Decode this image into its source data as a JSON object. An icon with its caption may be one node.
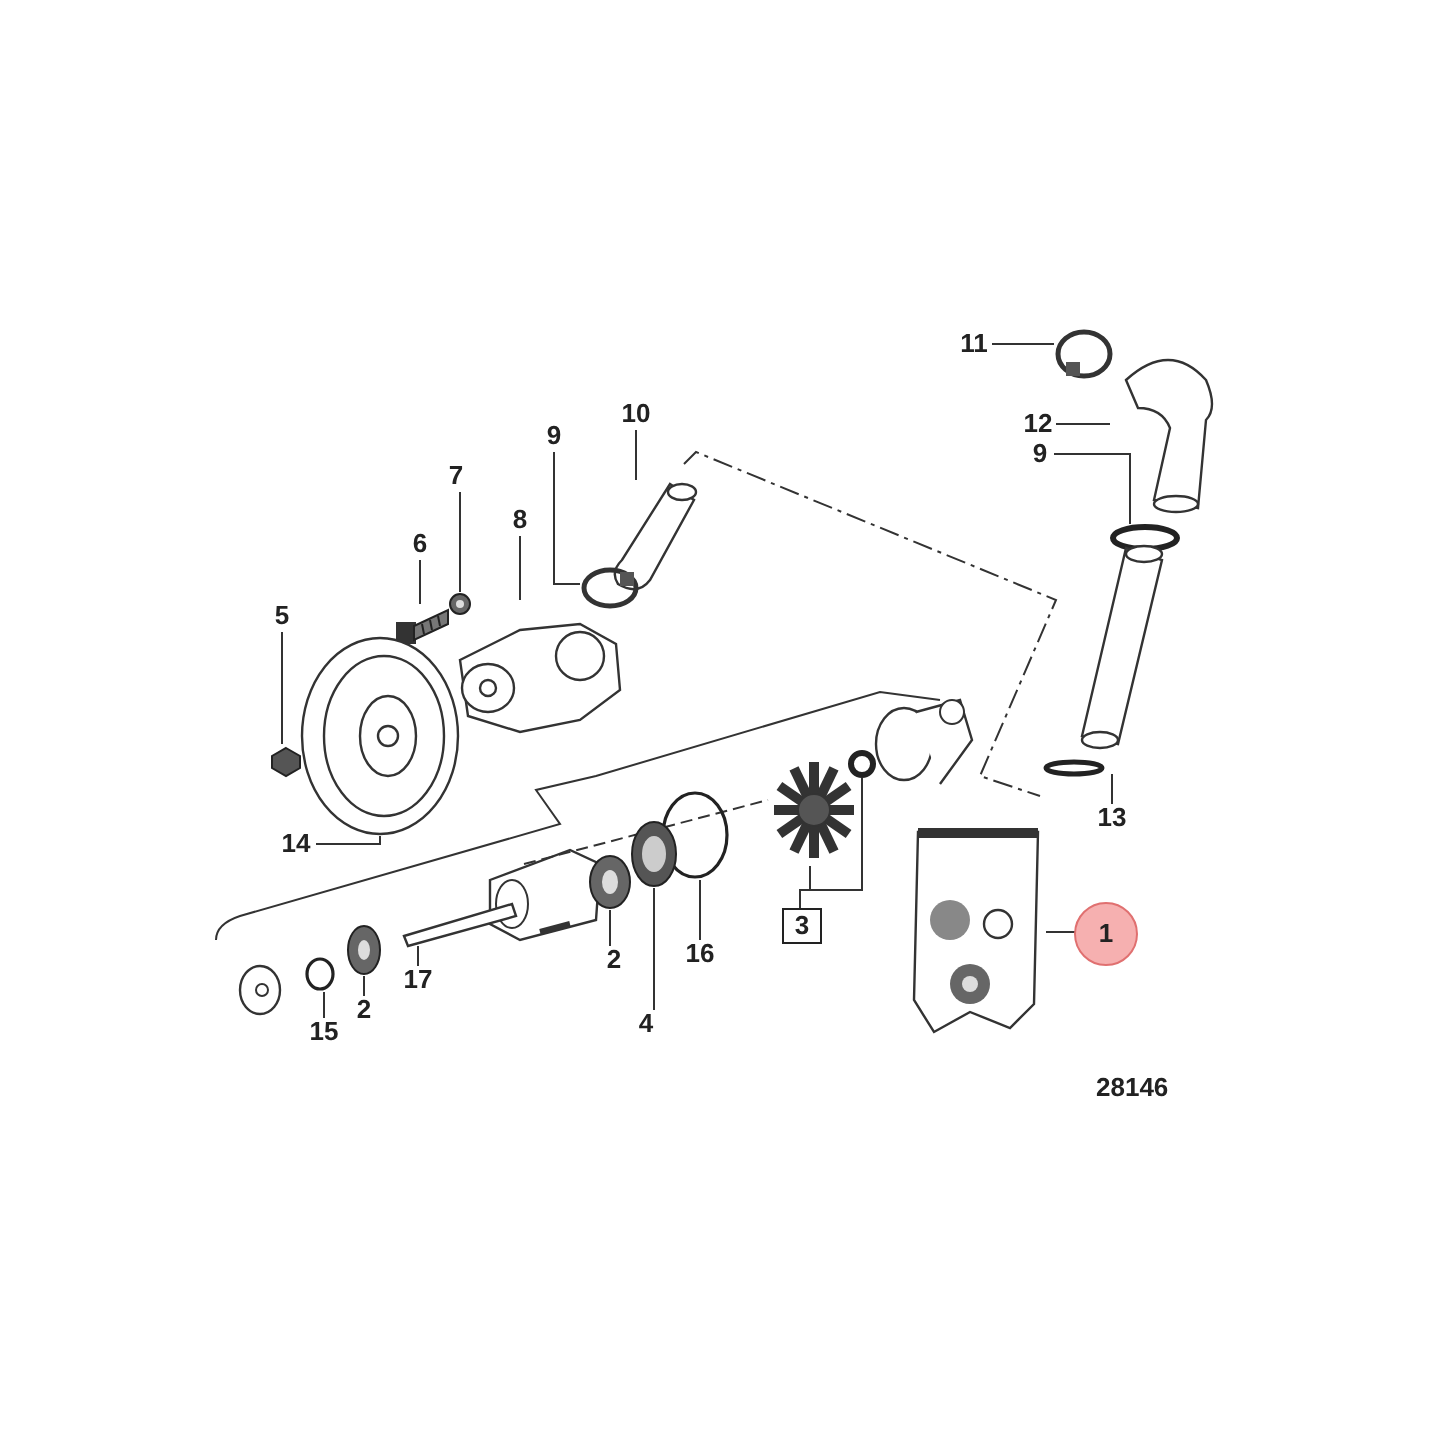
{
  "diagram": {
    "nodes": [
      {
        "text": [
          "10"
        ]
      },
      {
        "text": [
          "11"
        ]
      },
      {
        "text": [
          "9"
        ]
      },
      {
        "text": [
          "7"
        ]
      },
      {
        "text": [
          "12"
        ]
      },
      {
        "text": [
          "9"
        ]
      },
      {
        "text": [
          "8"
        ]
      },
      {
        "text": [
          "6"
        ]
      },
      {
        "text": [
          "5"
        ]
      },
      {
        "text": [
          "14"
        ]
      },
      {
        "text": [
          "13"
        ]
      },
      {
        "text": [
          "3"
        ]
      },
      {
        "text": [
          "1"
        ]
      },
      {
        "text": [
          "16"
        ]
      },
      {
        "text": [
          "2"
        ]
      },
      {
        "text": [
          "4"
        ]
      },
      {
        "text": [
          "17"
        ]
      },
      {
        "text": [
          "2"
        ]
      },
      {
        "text": [
          "15"
        ]
      },
      {
        "text": [],
        "shape": "picture"
      },
      {
        "text": [],
        "shape": "picture"
      },
      {
        "text": [],
        "shape": "picture"
      },
      {
        "text": [],
        "shape": "picture"
      },
      {
        "text": [],
        "shape": "picture"
      },
      {
        "text": [],
        "shape": "circle"
      },
      {
        "text": [],
        "shape": "picture"
      },
      {
        "text": [],
        "shape": "picture"
      },
      {
        "text": [],
        "shape": "picture"
      },
      {
        "text": [],
        "shape": "picture"
      },
      {
        "text": [],
        "shape": "picture"
      },
      {
        "text": [],
        "shape": "picture"
      },
      {
        "text": [],
        "shape": "circle"
      },
      {
        "text": [],
        "shape": "picture"
      },
      {
        "text": [],
        "shape": "circle"
      },
      {
        "text": [],
        "shape": "picture"
      },
      {
        "text": [],
        "shape": "picture"
      },
      {
        "text": [],
        "shape": "picture"
      },
      {
        "text": [],
        "shape": "picture"
      },
      {
        "text": [],
        "shape": "circle"
      }
    ],
    "edges": [
      {
        "from": 0,
        "to": 19,
        "arrow": "none"
      },
      {
        "from": 1,
        "to": 20,
        "arrow": "none"
      },
      {
        "from": 2,
        "to": 21,
        "arrow": "none"
      },
      {
        "from": 3,
        "to": 22,
        "arrow": "none"
      },
      {
        "from": 4,
        "to": 23,
        "arrow": "none"
      },
      {
        "from": 5,
        "to": 24,
        "arrow": "none"
      },
      {
        "from": 6,
        "to": 25,
        "arrow": "none"
      },
      {
        "from": 7,
        "to": 26,
        "arrow": "none"
      },
      {
        "from": 8,
        "to": 27,
        "arrow": "none"
      },
      {
        "from": 9,
        "to": 28,
        "arrow": "none"
      },
      {
        "from": 10,
        "to": 29,
        "arrow": "none"
      },
      {
        "from": 11,
        "to": 30,
        "arrow": "none"
      },
      {
        "from": 11,
        "to": 31,
        "arrow": "none"
      },
      {
        "from": 12,
        "to": 32,
        "arrow": "none"
      },
      {
        "from": 13,
        "to": 33,
        "arrow": "none"
      },
      {
        "from": 14,
        "to": 34,
        "arrow": "none"
      },
      {
        "from": 15,
        "to": 35,
        "arrow": "none"
      },
      {
        "from": 16,
        "to": 36,
        "arrow": "none"
      },
      {
        "from": 17,
        "to": 37,
        "arrow": "none"
      },
      {
        "from": 18,
        "to": 38,
        "arrow": "none"
      }
    ],
    "labels": [
      "28146"
    ]
  }
}
